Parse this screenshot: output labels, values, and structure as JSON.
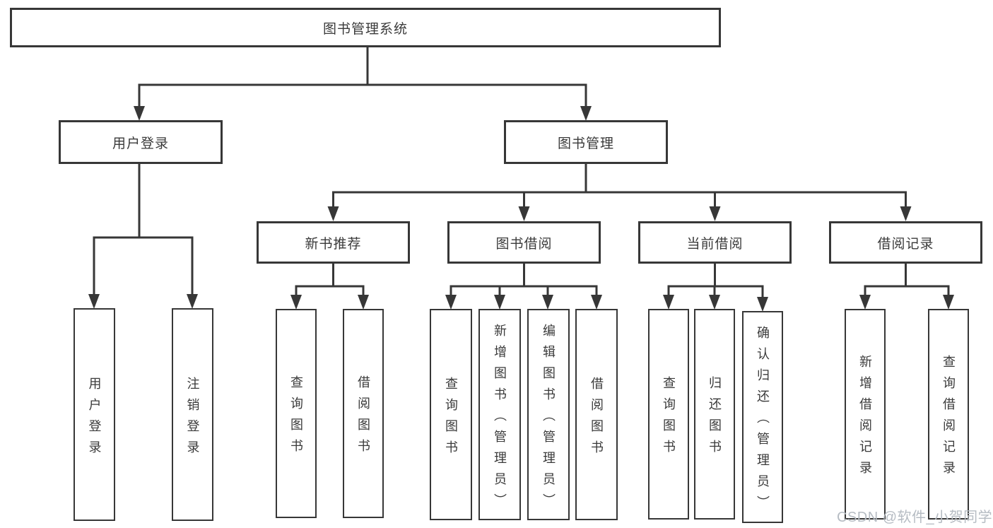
{
  "tree": {
    "root": {
      "label": "图书管理系统"
    },
    "children": [
      {
        "label": "用户登录",
        "leaves": [
          {
            "label": "用户登录"
          },
          {
            "label": "注销登录"
          }
        ]
      },
      {
        "label": "图书管理",
        "children": [
          {
            "label": "新书推荐",
            "leaves": [
              {
                "label": "查询图书"
              },
              {
                "label": "借阅图书"
              }
            ]
          },
          {
            "label": "图书借阅",
            "leaves": [
              {
                "label": "查询图书"
              },
              {
                "label": "新增图书（管理员）"
              },
              {
                "label": "编辑图书（管理员）"
              },
              {
                "label": "借阅图书"
              }
            ]
          },
          {
            "label": "当前借阅",
            "leaves": [
              {
                "label": "查询图书"
              },
              {
                "label": "归还图书"
              },
              {
                "label": "确认归还（管理员）"
              }
            ]
          },
          {
            "label": "借阅记录",
            "leaves": [
              {
                "label": "新增借阅记录"
              },
              {
                "label": "查询借阅记录"
              }
            ]
          }
        ]
      }
    ]
  },
  "watermark": {
    "text": "CSDN @软件_小贺同学"
  },
  "colors": {
    "line": "#373737",
    "box_border": "#373737",
    "text": "#3a3a3a",
    "watermark": "#b6bcc3",
    "background": "#ffffff"
  }
}
